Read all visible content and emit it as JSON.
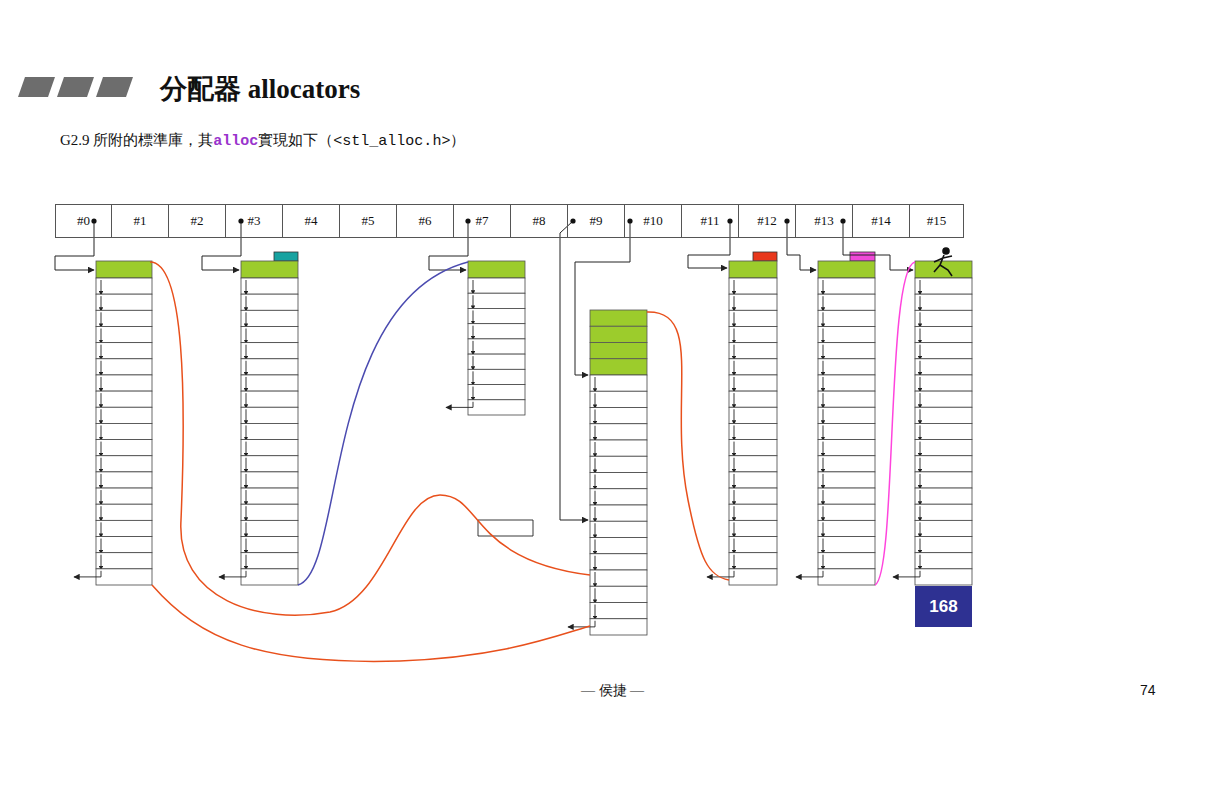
{
  "diagram": {
    "title": "分配器 allocators",
    "nodes": [
      {
        "text": [
          "#0"
        ]
      },
      {
        "text": [
          "#1"
        ]
      },
      {
        "text": [
          "#2"
        ]
      },
      {
        "text": [
          "#3"
        ]
      },
      {
        "text": [
          "#4"
        ]
      },
      {
        "text": [
          "#5"
        ]
      },
      {
        "text": [
          "#6"
        ]
      },
      {
        "text": [
          "#7"
        ]
      },
      {
        "text": [
          "#8"
        ]
      },
      {
        "text": [
          "#9"
        ]
      },
      {
        "text": [
          "#10"
        ]
      },
      {
        "text": [
          "#11"
        ]
      },
      {
        "text": [
          "#12"
        ]
      },
      {
        "text": [
          "#13"
        ]
      },
      {
        "text": [
          "#14"
        ]
      },
      {
        "text": [
          "#15"
        ]
      },
      {
        "text": [
          "168"
        ]
      }
    ],
    "labels": [
      "G2.9 所附的標準庫，其",
      "alloc",
      "實現如下（",
      "<stl_alloc.h>",
      "）",
      "— 侯捷 —",
      "74"
    ]
  }
}
